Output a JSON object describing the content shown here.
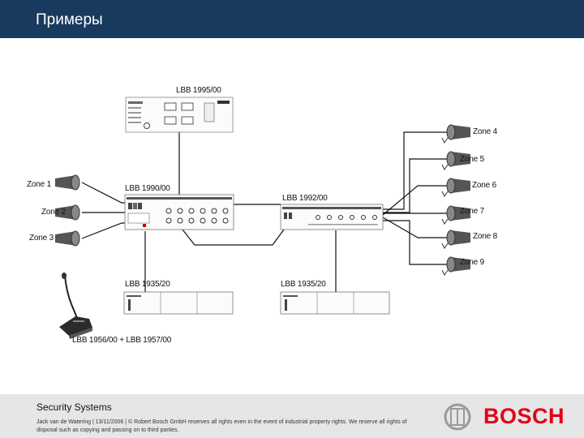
{
  "header": {
    "title": "Примеры"
  },
  "diagram": {
    "devices": {
      "lbb1995": "LBB 1995/00",
      "lbb1990": "LBB 1990/00",
      "lbb1992": "LBB 1992/00",
      "lbb1935_left": "LBB 1935/20",
      "lbb1935_right": "LBB 1935/20",
      "callstation": "LBB 1956/00 + LBB 1957/00"
    },
    "zones": {
      "z1": "Zone 1",
      "z2": "Zone 2",
      "z3": "Zone 3",
      "z4": "Zone 4",
      "z5": "Zone 5",
      "z6": "Zone 6",
      "z7": "Zone 7",
      "z8": "Zone 8",
      "z9": "Zone 9"
    }
  },
  "footer": {
    "title": "Security Systems",
    "note": "Jack van de Watering | 13/11/2006 | © Robert Bosch GmbH reserves all rights even in the event of industrial property rights. We reserve all rights of disposal such as copying and passing on to third parties.",
    "logo_text": "BOSCH",
    "brand_color": "#e20015"
  }
}
